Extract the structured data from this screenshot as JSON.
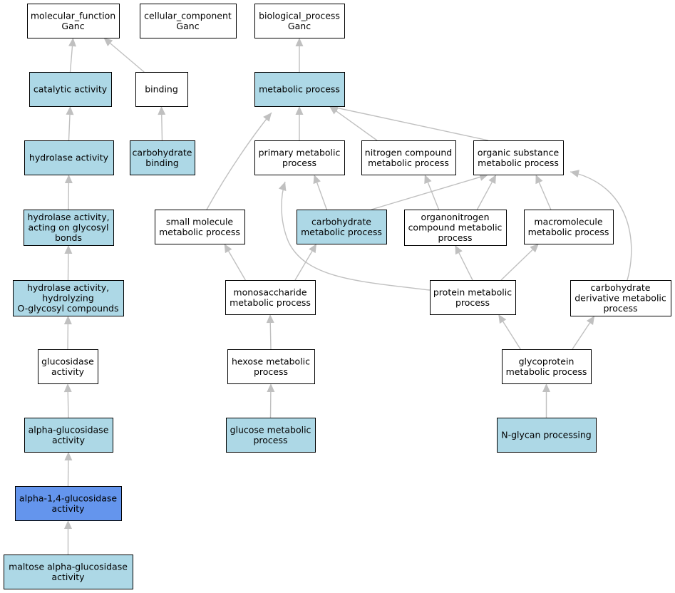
{
  "colors": {
    "white": "#ffffff",
    "light": "#add8e6",
    "query": "#6495ed",
    "edge": "#c0c0c0"
  },
  "nodes": {
    "mf": {
      "lines": [
        "molecular_function",
        "Ganc"
      ],
      "fill": "white"
    },
    "cc": {
      "lines": [
        "cellular_component",
        "Ganc"
      ],
      "fill": "white"
    },
    "bp": {
      "lines": [
        "biological_process",
        "Ganc"
      ],
      "fill": "white"
    },
    "catalytic": {
      "lines": [
        "catalytic activity"
      ],
      "fill": "light"
    },
    "binding": {
      "lines": [
        "binding"
      ],
      "fill": "white"
    },
    "metabolic": {
      "lines": [
        "metabolic process"
      ],
      "fill": "light"
    },
    "hydrolase": {
      "lines": [
        "hydrolase activity"
      ],
      "fill": "light"
    },
    "carb_binding": {
      "lines": [
        "carbohydrate",
        "binding"
      ],
      "fill": "light"
    },
    "primary": {
      "lines": [
        "primary metabolic",
        "process"
      ],
      "fill": "white"
    },
    "nitrogen": {
      "lines": [
        "nitrogen compound",
        "metabolic process"
      ],
      "fill": "white"
    },
    "organic": {
      "lines": [
        "organic substance",
        "metabolic process"
      ],
      "fill": "white"
    },
    "glycosyl": {
      "lines": [
        "hydrolase activity,",
        "acting on glycosyl",
        "bonds"
      ],
      "fill": "light"
    },
    "small": {
      "lines": [
        "small molecule",
        "metabolic process"
      ],
      "fill": "white"
    },
    "carb_met": {
      "lines": [
        "carbohydrate",
        "metabolic process"
      ],
      "fill": "light"
    },
    "organonitrogen": {
      "lines": [
        "organonitrogen",
        "compound metabolic",
        "process"
      ],
      "fill": "white"
    },
    "macromolecule": {
      "lines": [
        "macromolecule",
        "metabolic process"
      ],
      "fill": "white"
    },
    "o_glycosyl": {
      "lines": [
        "hydrolase activity,",
        "hydrolyzing",
        "O-glycosyl compounds"
      ],
      "fill": "light"
    },
    "monosaccharide": {
      "lines": [
        "monosaccharide",
        "metabolic process"
      ],
      "fill": "white"
    },
    "protein": {
      "lines": [
        "protein metabolic",
        "process"
      ],
      "fill": "white"
    },
    "carb_deriv": {
      "lines": [
        "carbohydrate",
        "derivative metabolic",
        "process"
      ],
      "fill": "white"
    },
    "glucosidase": {
      "lines": [
        "glucosidase",
        "activity"
      ],
      "fill": "white"
    },
    "hexose": {
      "lines": [
        "hexose metabolic",
        "process"
      ],
      "fill": "white"
    },
    "glycoprotein": {
      "lines": [
        "glycoprotein",
        "metabolic process"
      ],
      "fill": "white"
    },
    "alpha_gluc": {
      "lines": [
        "alpha-glucosidase",
        "activity"
      ],
      "fill": "light"
    },
    "glucose": {
      "lines": [
        "glucose metabolic",
        "process"
      ],
      "fill": "light"
    },
    "nglycan": {
      "lines": [
        "N-glycan processing"
      ],
      "fill": "light"
    },
    "alpha14": {
      "lines": [
        "alpha-1,4-glucosidase",
        "activity"
      ],
      "fill": "query"
    },
    "maltose": {
      "lines": [
        "maltose alpha-glucosidase",
        "activity"
      ],
      "fill": "light"
    }
  },
  "edges": [
    {
      "from": "catalytic",
      "to": "mf"
    },
    {
      "from": "binding",
      "to": "mf"
    },
    {
      "from": "metabolic",
      "to": "bp"
    },
    {
      "from": "hydrolase",
      "to": "catalytic"
    },
    {
      "from": "carb_binding",
      "to": "binding"
    },
    {
      "from": "primary",
      "to": "metabolic"
    },
    {
      "from": "nitrogen",
      "to": "metabolic"
    },
    {
      "from": "organic",
      "to": "metabolic"
    },
    {
      "from": "small",
      "to": "metabolic"
    },
    {
      "from": "glycosyl",
      "to": "hydrolase"
    },
    {
      "from": "carb_met",
      "to": "primary"
    },
    {
      "from": "carb_met",
      "to": "organic"
    },
    {
      "from": "organonitrogen",
      "to": "nitrogen"
    },
    {
      "from": "organonitrogen",
      "to": "organic"
    },
    {
      "from": "macromolecule",
      "to": "organic"
    },
    {
      "from": "carb_deriv",
      "to": "organic"
    },
    {
      "from": "o_glycosyl",
      "to": "glycosyl"
    },
    {
      "from": "monosaccharide",
      "to": "small"
    },
    {
      "from": "monosaccharide",
      "to": "carb_met"
    },
    {
      "from": "protein",
      "to": "primary"
    },
    {
      "from": "protein",
      "to": "organonitrogen"
    },
    {
      "from": "protein",
      "to": "macromolecule"
    },
    {
      "from": "glucosidase",
      "to": "o_glycosyl"
    },
    {
      "from": "hexose",
      "to": "monosaccharide"
    },
    {
      "from": "glycoprotein",
      "to": "protein"
    },
    {
      "from": "glycoprotein",
      "to": "carb_deriv"
    },
    {
      "from": "alpha_gluc",
      "to": "glucosidase"
    },
    {
      "from": "glucose",
      "to": "hexose"
    },
    {
      "from": "nglycan",
      "to": "glycoprotein"
    },
    {
      "from": "alpha14",
      "to": "alpha_gluc"
    },
    {
      "from": "maltose",
      "to": "alpha14"
    }
  ]
}
